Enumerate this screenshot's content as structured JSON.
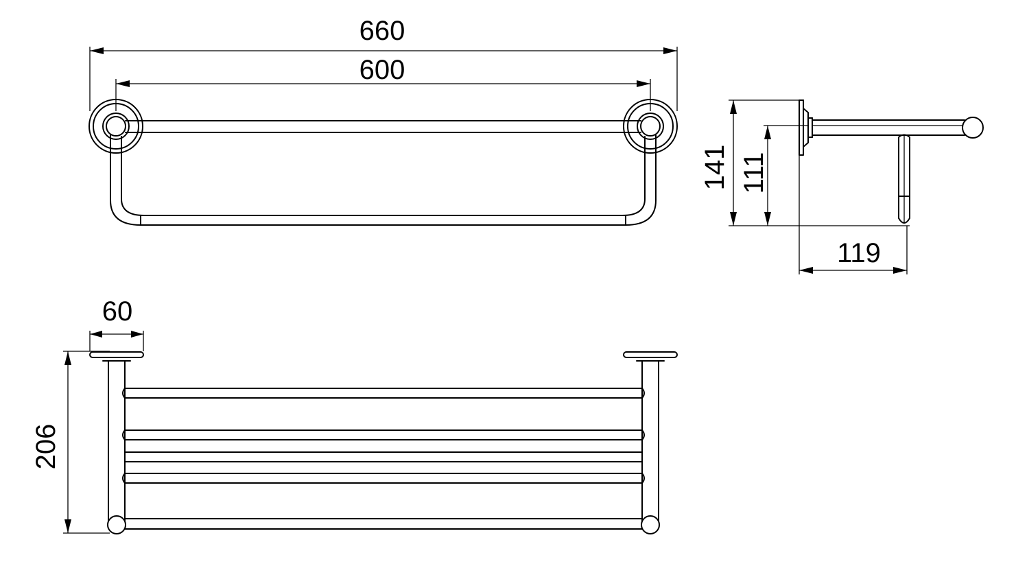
{
  "figure": {
    "stroke_color": "#000000",
    "background_color": "#ffffff"
  },
  "front_view": {
    "overall_width_label": "660",
    "bar_width_label": "600"
  },
  "side_view": {
    "total_height_label": "141",
    "bar_height_label": "111",
    "depth_label": "119"
  },
  "top_view": {
    "flange_width_label": "60",
    "depth_label": "206"
  }
}
